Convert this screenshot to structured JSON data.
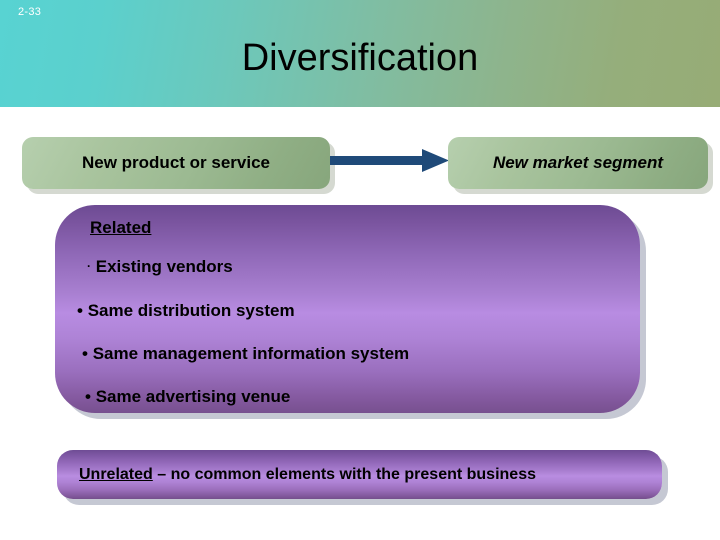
{
  "slide": {
    "number": "2-33",
    "title": "Diversification",
    "header_gradient_start": "#58d3d2",
    "header_gradient_end": "#97ac76"
  },
  "flow": {
    "source_box": {
      "label": "New product or service",
      "color": "#9cba92"
    },
    "arrow": {
      "name": "right-arrow",
      "color": "#1f4a79"
    },
    "target_box": {
      "label": "New market segment",
      "color": "#9cba92"
    }
  },
  "related_box": {
    "heading": "Related",
    "color": "#b88ce2",
    "bullets": [
      {
        "marker": "·",
        "marker_size": "small",
        "text": "Existing vendors"
      },
      {
        "marker": "•",
        "marker_size": "big",
        "text": "Same distribution system"
      },
      {
        "marker": "•",
        "marker_size": "big",
        "text": "Same management information system"
      },
      {
        "marker": "•",
        "marker_size": "big",
        "text": "Same advertising venue"
      }
    ]
  },
  "unrelated_box": {
    "term": "Unrelated",
    "description": " – no common elements with the present business",
    "color": "#b98de1"
  }
}
